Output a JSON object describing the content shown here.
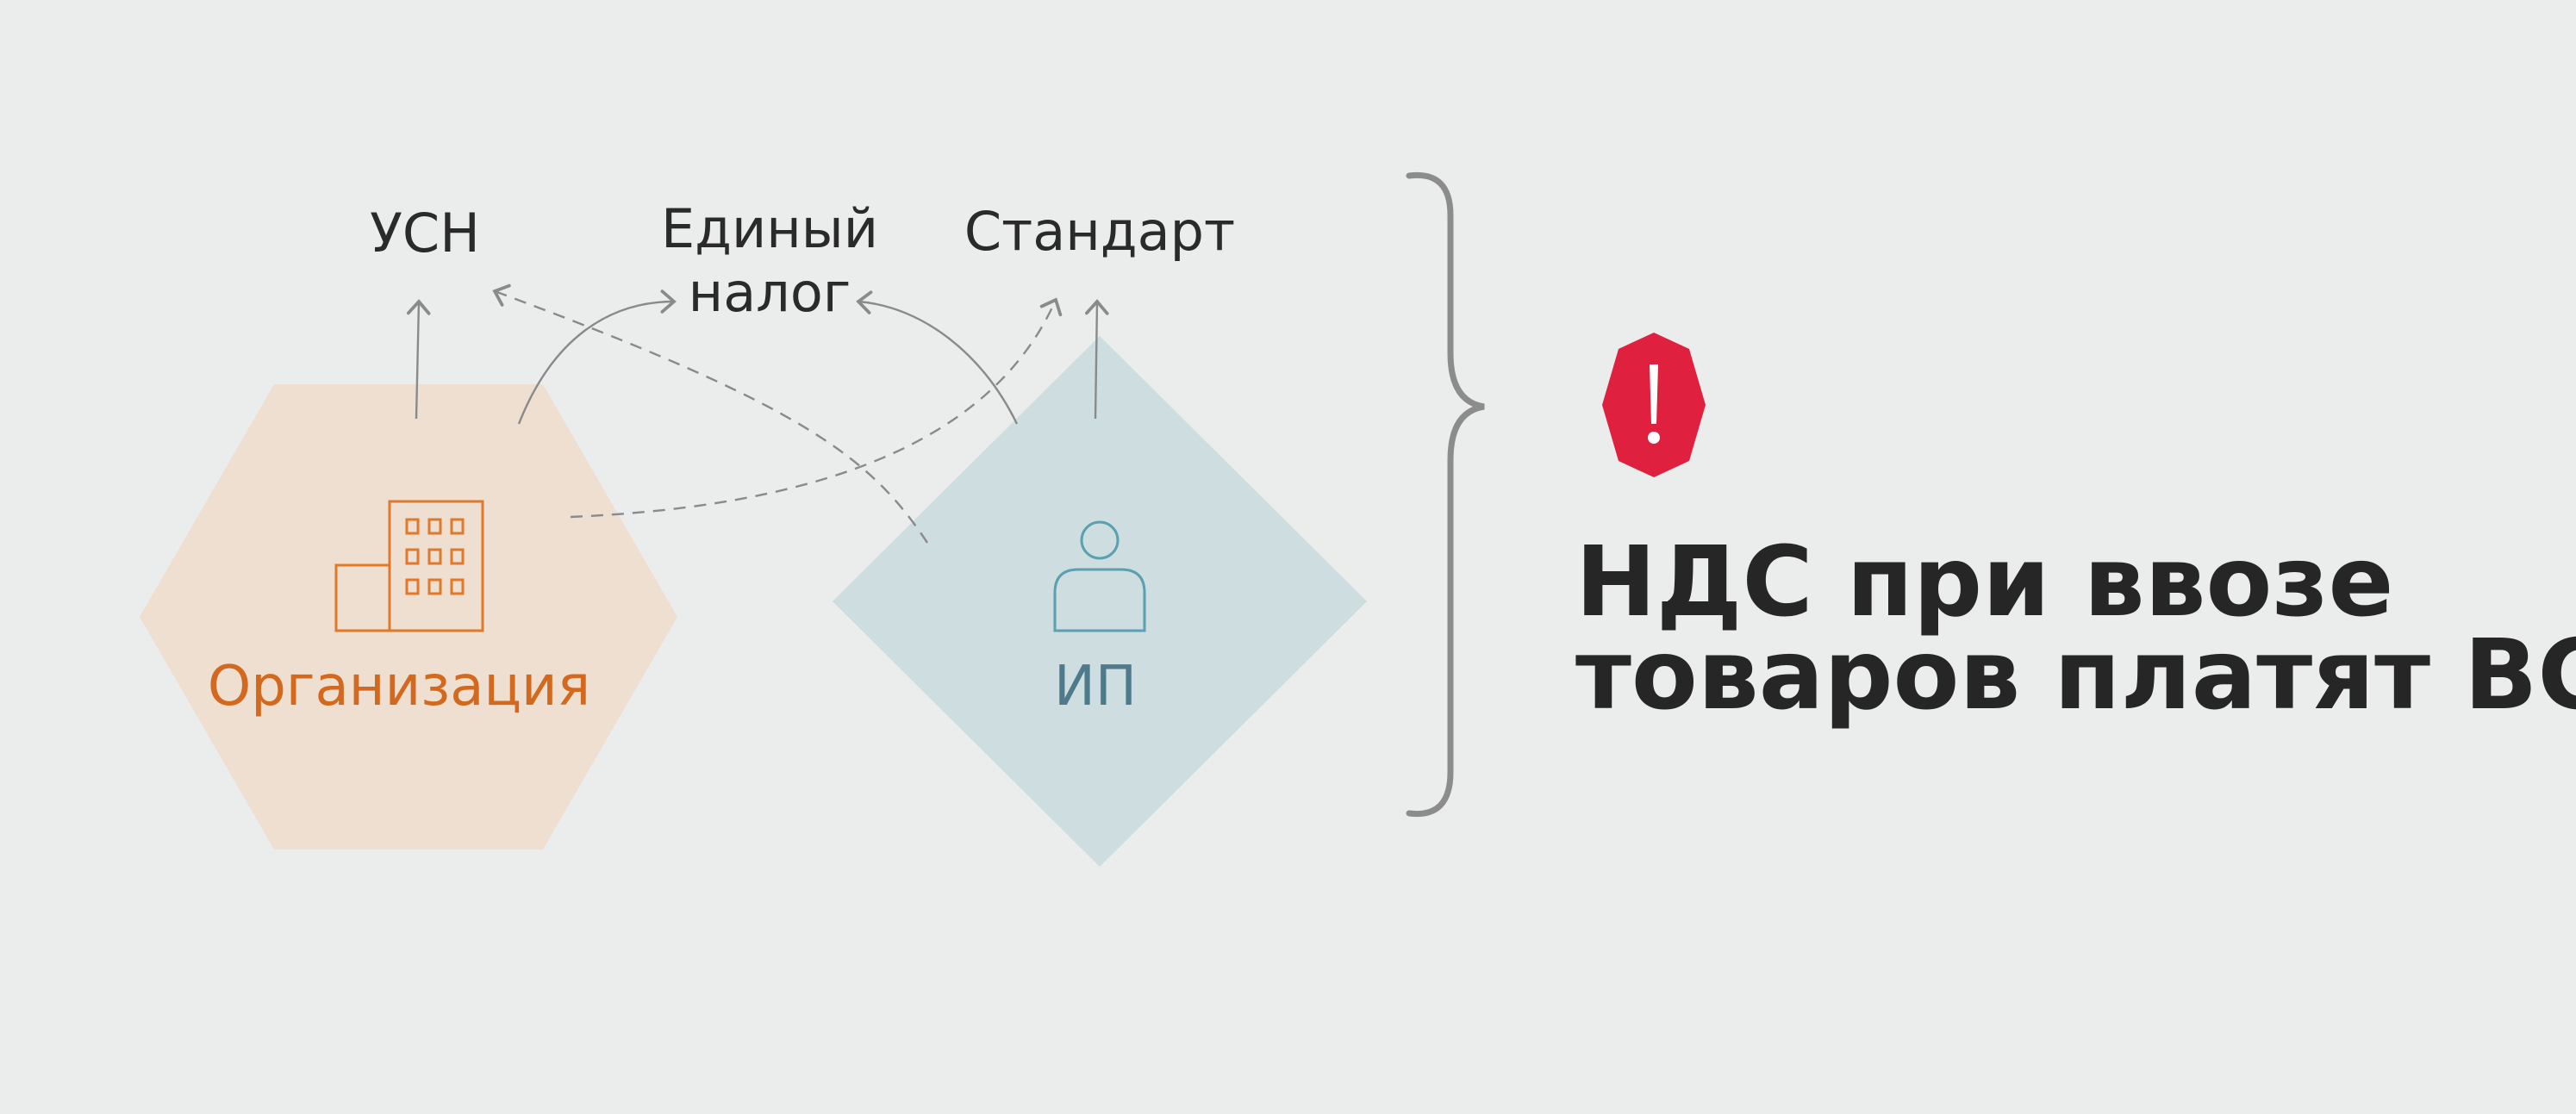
{
  "regimes": {
    "usn": "УСН",
    "single_tax_line1": "Единый",
    "single_tax_line2": "налог",
    "standard": "Стандарт"
  },
  "entities": {
    "organization": {
      "label": "Организация",
      "icon": "building-icon",
      "color": "#d2691e",
      "shape_color": "#eedfd1"
    },
    "ip": {
      "label": "ИП",
      "icon": "person-icon",
      "color": "#4f7a8c",
      "shape_color": "#cddde0"
    }
  },
  "alert": {
    "icon": "warning-octagon-icon",
    "symbol": "!",
    "color": "#e0203f"
  },
  "headline": {
    "line1": "НДС при ввозе",
    "line2": "товаров платят ВСЕ"
  },
  "colors": {
    "background": "#ebecec",
    "arrow": "#8a8a8a",
    "brace": "#8c8c8c",
    "text": "#262626"
  }
}
